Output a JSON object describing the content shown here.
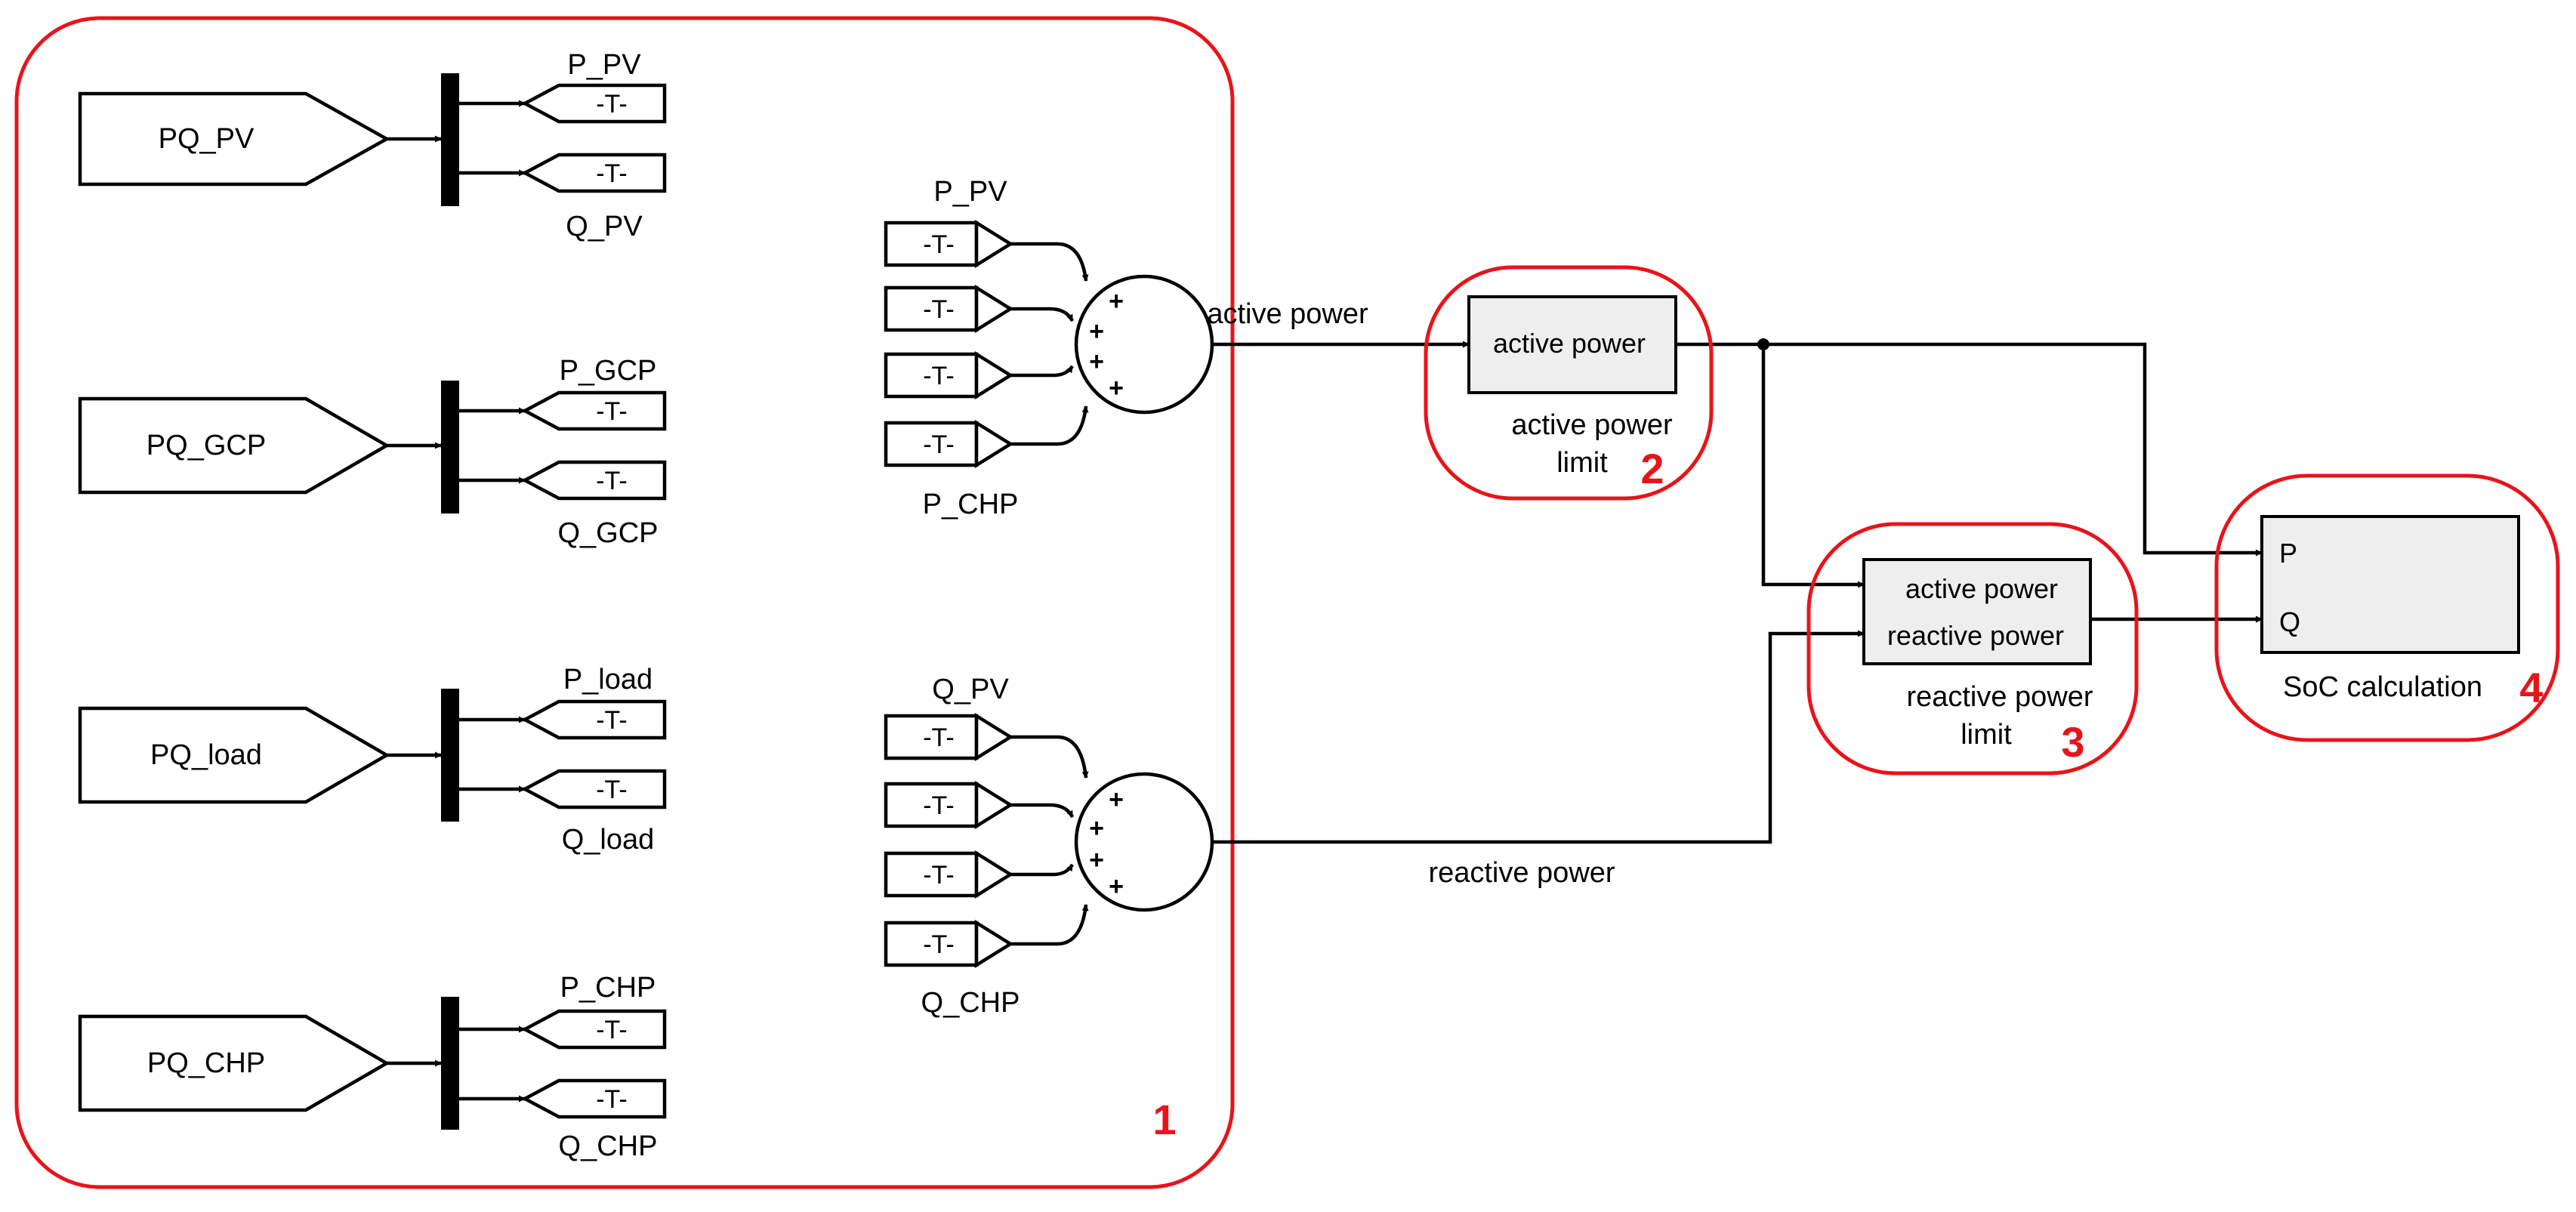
{
  "from_blocks": [
    "PQ_PV",
    "PQ_GCP",
    "PQ_load",
    "PQ_CHP"
  ],
  "goto_tag": "-T-",
  "goto_signals": [
    {
      "p": "P_PV",
      "q": "Q_PV"
    },
    {
      "p": "P_GCP",
      "q": "Q_GCP"
    },
    {
      "p": "P_load",
      "q": "Q_load"
    },
    {
      "p": "P_CHP",
      "q": "Q_CHP"
    }
  ],
  "sum_active": {
    "top_label": "P_PV",
    "bottom_label": "P_CHP",
    "signs": [
      "+",
      "+",
      "+",
      "+"
    ]
  },
  "sum_reactive": {
    "top_label": "Q_PV",
    "bottom_label": "Q_CHP",
    "signs": [
      "+",
      "+",
      "+",
      "+"
    ]
  },
  "signals": {
    "active": "active power",
    "reactive": "reactive power"
  },
  "active_limit": {
    "port": "active power",
    "label_line1": "active power",
    "label_line2": "limit"
  },
  "reactive_limit": {
    "port_in1": "active power",
    "port_in2": "reactive power",
    "label_line1": "reactive power",
    "label_line2": "limit"
  },
  "soc_block": {
    "port_p": "P",
    "port_q": "Q",
    "label": "SoC calculation"
  },
  "group_numbers": [
    "1",
    "2",
    "3",
    "4"
  ],
  "colors": {
    "highlight": "#e8141b",
    "line": "#000000",
    "subsystem_fill": "#eeeeee"
  }
}
